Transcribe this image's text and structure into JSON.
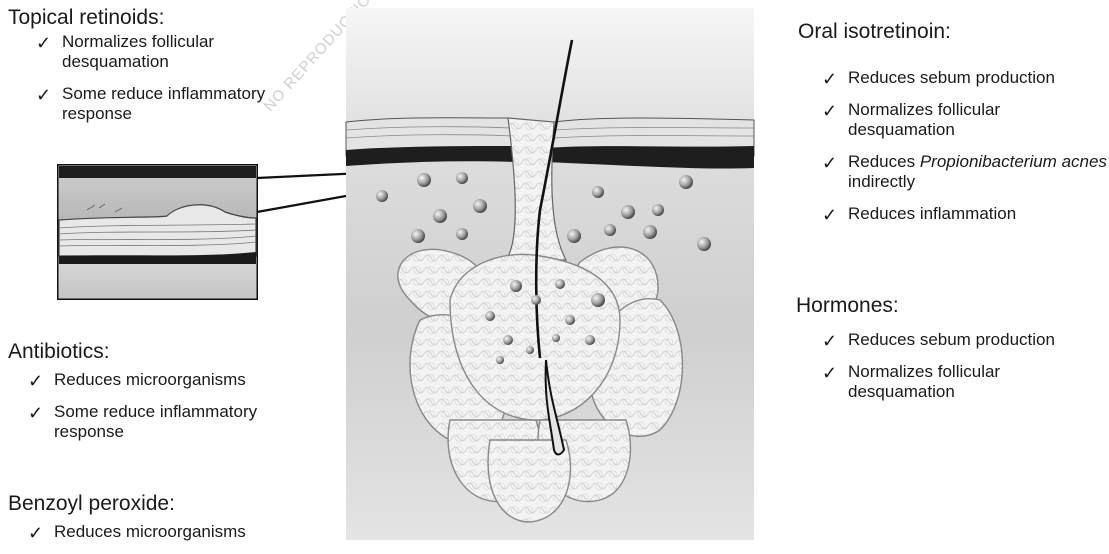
{
  "left": {
    "topical_retinoids": {
      "title": "Topical retinoids:",
      "items": [
        "Normalizes follicular desquamation",
        "Some reduce inflammatory response"
      ]
    },
    "antibiotics": {
      "title": "Antibiotics:",
      "items": [
        "Reduces microorganisms",
        "Some reduce inflammatory response"
      ]
    },
    "benzoyl_peroxide": {
      "title": "Benzoyl peroxide:",
      "items": [
        "Reduces microorganisms"
      ]
    }
  },
  "right": {
    "oral_isotretinoin": {
      "title": "Oral isotretinoin:",
      "items": [
        "Reduces sebum production",
        "Normalizes follicular desquamation",
        {
          "prefix": "Reduces ",
          "italic": "Propionibacterium acnes",
          "suffix": " indirectly"
        },
        "Reduces inflammation"
      ]
    },
    "hormones": {
      "title": "Hormones:",
      "items": [
        "Reduces sebum production",
        "Normalizes follicular desquamation"
      ]
    }
  },
  "check_glyph": "✓",
  "watermark_text": "NO REPRODUCTION",
  "colors": {
    "text": "#1a1a1a",
    "skin_dark": "#1e1e1e",
    "tissue": "#dcdcdc",
    "gland": "#f2f2f2"
  },
  "icons": {
    "check": "check-icon"
  }
}
